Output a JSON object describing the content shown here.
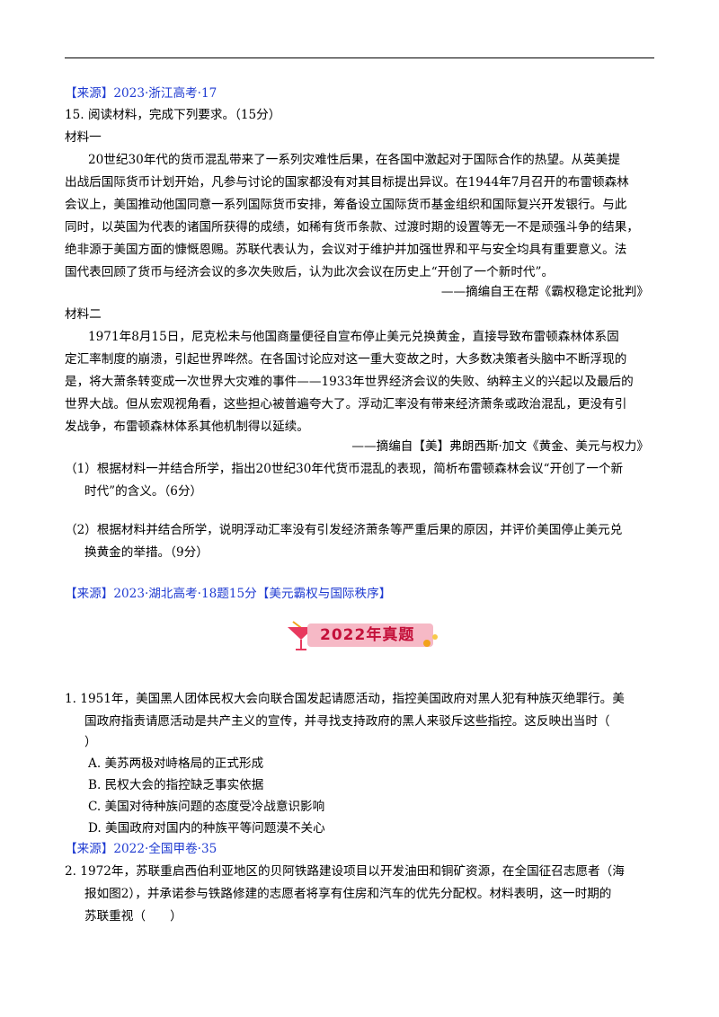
{
  "source1": "【来源】2023·浙江高考·17",
  "q15": {
    "stem": "15. 阅读材料，完成下列要求。（15分）",
    "m1_label": "材料一",
    "m1_lines": [
      "20世纪30年代的货币混乱带来了一系列灾难性后果，在各国中激起对于国际合作的热望。从英美提",
      "出战后国际货币计划开始，凡参与讨论的国家都没有对其目标提出异议。在1944年7月召开的布雷顿森林",
      "会议上，美国推动他国同意一系列国际货币安排，筹备设立国际货币基金组织和国际复兴开发银行。与此",
      "同时，以英国为代表的诸国所获得的成绩，如稀有货币条款、过渡时期的设置等无一不是顽强斗争的结果，",
      "绝非源于美国方面的慷慨恩赐。苏联代表认为，会议对于维护并加强世界和平与安全均具有重要意义。法",
      "国代表回顾了货币与经济会议的多次失败后，认为此次会议在历史上“开创了一个新时代”。"
    ],
    "m1_cite": "——摘编自王在帮《霸权稳定论批判》",
    "m2_label": "材料二",
    "m2_lines": [
      "1971年8月15日，尼克松未与他国商量便径自宣布停止美元兑换黄金，直接导致布雷顿森林体系固",
      "定汇率制度的崩溃，引起世界哗然。在各国讨论应对这一重大变故之时，大多数决策者头脑中不断浮现的",
      "是，将大萧条转变成一次世界大灾难的事件——1933年世界经济会议的失败、纳粹主义的兴起以及最后的",
      "世界大战。但从宏观视角看，这些担心被普遍夸大了。浮动汇率没有带来经济萧条或政治混乱，更没有引",
      "发战争，布雷顿森林体系其他机制得以延续。"
    ],
    "m2_cite": "——摘编自【美】弗朗西斯·加文《黄金、美元与权力》",
    "sub1_lines": [
      "（1）根据材料一并结合所学，指出20世纪30年代货币混乱的表现，简析布雷顿森林会议“开创了一个新",
      "时代”的含义。（6分）"
    ],
    "sub2_lines": [
      "（2）根据材料并结合所学，说明浮动汇率没有引发经济萧条等严重后果的原因，并评价美国停止美元兑",
      "换黄金的举措。（9分）"
    ]
  },
  "source2": "【来源】2023·湖北高考·18题15分【美元霸权与国际秩序】",
  "banner": "2022年真题",
  "q1": {
    "lines": [
      "1. 1951年，美国黑人团体民权大会向联合国发起请愿活动，指控美国政府对黑人犯有种族灭绝罪行。美",
      "国政府指责请愿活动是共产主义的宣传，并寻找支持政府的黑人来驳斥这些指控。这反映出当时（",
      "）"
    ],
    "options": [
      "A. 美苏两极对峙格局的正式形成",
      "B. 民权大会的指控缺乏事实依据",
      "C. 美国对待种族问题的态度受冷战意识影响",
      "D. 美国政府对国内的种族平等问题漠不关心"
    ]
  },
  "source3": "【来源】2022·全国甲卷·35",
  "q2": {
    "lines": [
      "2. 1972年，苏联重启西伯利亚地区的贝阿铁路建设项目以开发油田和铜矿资源，在全国征召志愿者（海",
      "报如图2），并承诺参与铁路修建的志愿者将享有住房和汽车的优先分配权。材料表明，这一时期的",
      "苏联重视（　　）"
    ]
  },
  "colors": {
    "source": "#1f3bd1",
    "banner_bg": "#f6b9c6",
    "banner_text": "#c4103a",
    "accent_orange": "#f2a21b"
  }
}
